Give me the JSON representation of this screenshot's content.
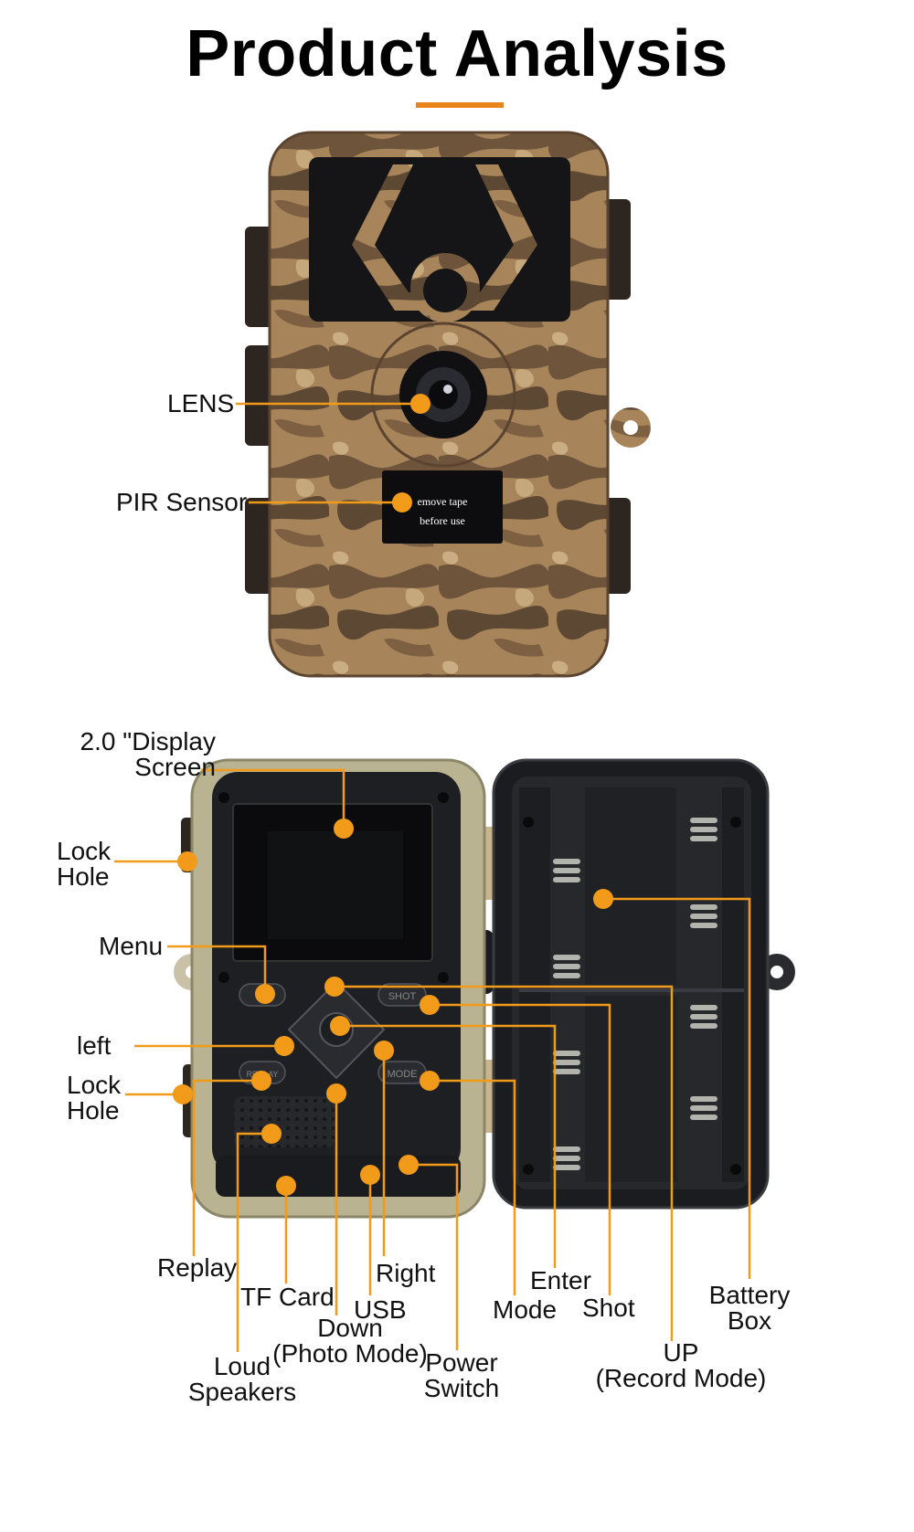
{
  "title": "Product Analysis",
  "colors": {
    "accent": "#e8841a",
    "callout": "#f29a1a",
    "camo_base": "#a8845a",
    "camo_dark": "#4a3826",
    "panel_dark": "#1e1f22"
  },
  "front": {
    "sticker_line1": "emove tape",
    "sticker_line2": "before use"
  },
  "keys": {
    "menu": "M",
    "shot": "SHOT",
    "replay": "REPLAY",
    "mode": "MODE"
  },
  "labels": {
    "lens": "LENS",
    "pir_sensor": "PIR Sensor",
    "display_screen": "2.0 \"Display\nScreen",
    "lock_hole_top": "Lock\nHole",
    "menu": "Menu",
    "left": "left",
    "lock_hole_bottom": "Lock\nHole",
    "replay": "Replay",
    "tf_card": "TF Card",
    "right": "Right",
    "usb": "USB",
    "down": "Down\n(Photo Mode)",
    "loud_speakers": "Loud\nSpeakers",
    "power_switch": "Power\nSwitch",
    "enter": "Enter",
    "mode": "Mode",
    "shot": "Shot",
    "battery_box": "Battery\nBox",
    "up": "UP\n(Record Mode)"
  }
}
